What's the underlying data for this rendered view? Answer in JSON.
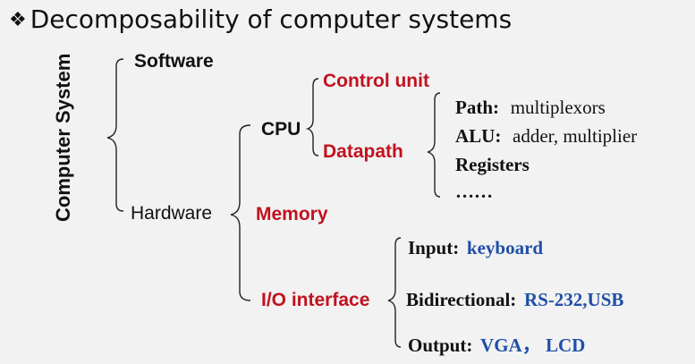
{
  "title": {
    "bullet": "❖",
    "text": "Decomposability of computer systems"
  },
  "root": "Computer System",
  "level1": {
    "software": "Software",
    "hardware": "Hardware"
  },
  "hardware_parts": {
    "cpu": "CPU",
    "memory": "Memory",
    "io": "I/O interface"
  },
  "cpu_parts": {
    "control_unit": "Control unit",
    "datapath": "Datapath"
  },
  "datapath_parts": [
    {
      "label": "Path:",
      "value": "multiplexors"
    },
    {
      "label": "ALU:",
      "value": "adder, multiplier"
    },
    {
      "label": "Registers",
      "value": ""
    },
    {
      "label": "……",
      "value": ""
    }
  ],
  "io_parts": [
    {
      "label": "Input:",
      "value": "keyboard"
    },
    {
      "label": "Bidirectional:",
      "value": "RS-232,USB"
    },
    {
      "label": "Output:",
      "value": "VGA， LCD"
    }
  ],
  "colors": {
    "highlight_red": "#c1121f",
    "value_blue": "#1f4fa8",
    "text": "#111111",
    "background": "#f2f2f2"
  }
}
